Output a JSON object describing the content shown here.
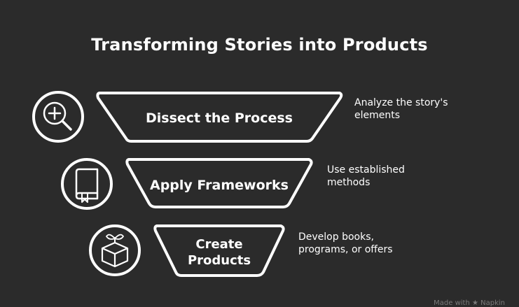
{
  "title": "Transforming Stories into Products",
  "stages": [
    {
      "label_lines": [
        "Dissect the Process"
      ],
      "description_lines": [
        "Analyze the story's",
        "elements"
      ],
      "icon": "magnifier-plus-icon"
    },
    {
      "label_lines": [
        "Apply Frameworks"
      ],
      "description_lines": [
        "Use established",
        "methods"
      ],
      "icon": "book-icon"
    },
    {
      "label_lines": [
        "Create",
        "Products"
      ],
      "description_lines": [
        "Develop books,",
        "programs, or offers"
      ],
      "icon": "gift-box-icon"
    }
  ],
  "footer": "Made with ★ Napkin",
  "colors": {
    "background": "#2b2b2b",
    "stroke": "#ffffff",
    "text": "#ffffff",
    "footer": "#7a7a7a"
  }
}
